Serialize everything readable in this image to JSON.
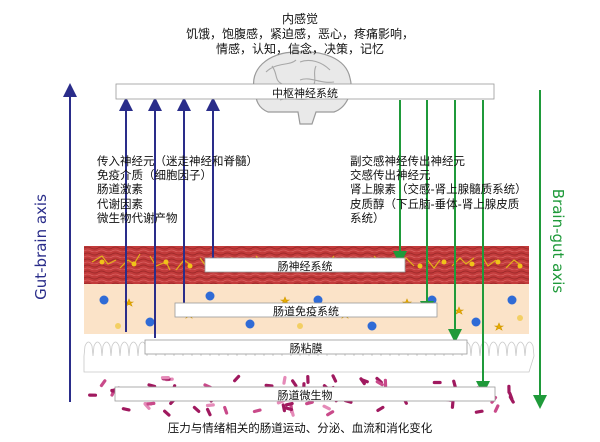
{
  "header": {
    "title": "内感觉",
    "lines": [
      "饥饿，饱腹感，紧迫感，恶心，疼痛影响，",
      "情感，认知，信念，决策，记忆"
    ]
  },
  "cns_label": "中枢神经系统",
  "afferent": [
    "传入神经元（迷走神经和脊髓）",
    "免疫介质（细胞因子）",
    "肠道激素",
    "代谢因素",
    "微生物代谢产物"
  ],
  "efferent": [
    "副交感神经传出神经元",
    "交感传出神经元",
    "肾上腺素（交感-肾上腺髓质系统）",
    "皮质醇（下丘脑-垂体-肾上腺皮质",
    "系统）"
  ],
  "layers": {
    "enteric_nervous": "肠神经系统",
    "gut_immune": "肠道免疫系统",
    "mucosa": "肠粘膜",
    "microbiota": "肠道微生物"
  },
  "axes": {
    "left": "Gut-brain axis",
    "right": "Brain-gut axis"
  },
  "footer": "压力与情绪相关的肠道运动、分泌、血流和消化变化",
  "colors": {
    "gut_brain": "#2a2d8a",
    "brain_gut": "#1f9a3a",
    "nerve_layer": "#c23b3b",
    "nerve_stroke": "#e2b21a",
    "immune_bg": "#fbe3c8",
    "microbe": "#a0195f"
  }
}
